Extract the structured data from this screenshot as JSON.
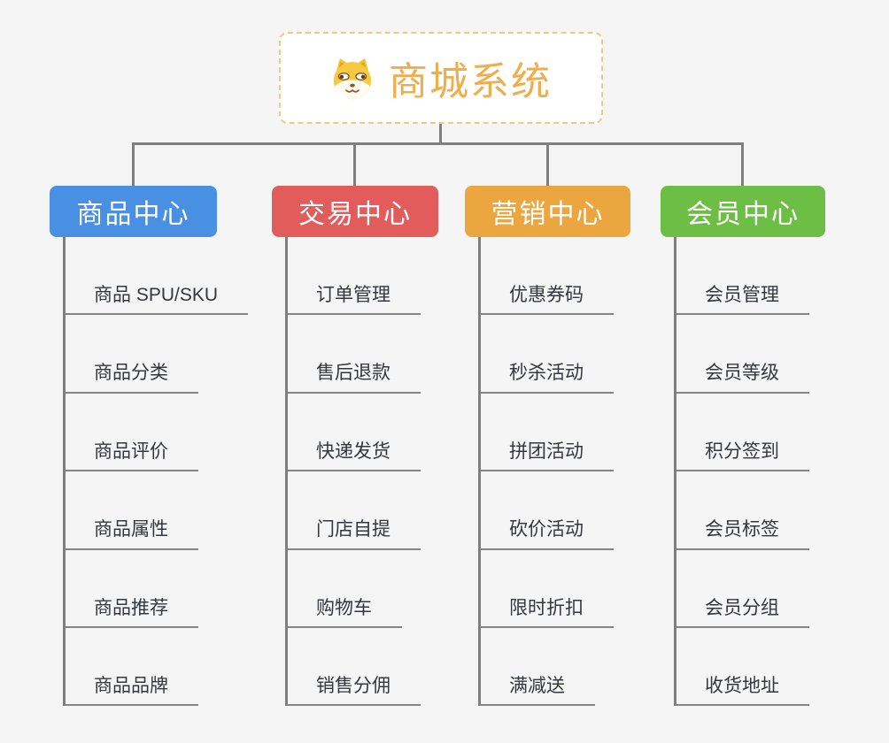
{
  "root": {
    "title": "商城系统",
    "icon": "dog-face-icon"
  },
  "branches": [
    {
      "label": "商品中心",
      "color": "#4A90E2",
      "children": [
        "商品 SPU/SKU",
        "商品分类",
        "商品评价",
        "商品属性",
        "商品推荐",
        "商品品牌"
      ]
    },
    {
      "label": "交易中心",
      "color": "#E25C5B",
      "children": [
        "订单管理",
        "售后退款",
        "快递发货",
        "门店自提",
        "购物车",
        "销售分佣"
      ]
    },
    {
      "label": "营销中心",
      "color": "#EBA640",
      "children": [
        "优惠券码",
        "秒杀活动",
        "拼团活动",
        "砍价活动",
        "限时折扣",
        "满减送"
      ]
    },
    {
      "label": "会员中心",
      "color": "#6DBE45",
      "children": [
        "会员管理",
        "会员等级",
        "积分签到",
        "会员标签",
        "会员分组",
        "收货地址"
      ]
    }
  ],
  "colors": {
    "background": "#F5F5F6",
    "root_border": "#F4C87F",
    "root_text": "#F0AD4C",
    "connector_line": "#7F7F7F",
    "item_underline": "#838689",
    "item_text": "#34383C"
  }
}
